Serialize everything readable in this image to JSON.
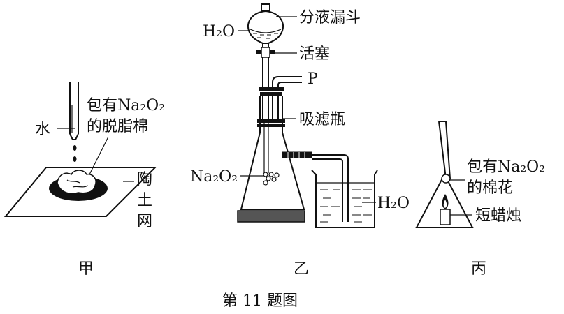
{
  "figure_caption": "第 11 题图",
  "panel_jia": {
    "caption": "甲",
    "label_water": "水",
    "label_cotton_line1": "包有Na₂O₂",
    "label_cotton_line2": "的脱脂棉",
    "label_gauze_1": "陶",
    "label_gauze_2": "土",
    "label_gauze_3": "网"
  },
  "panel_yi": {
    "caption": "乙",
    "label_funnel": "分液漏斗",
    "label_h2o_funnel": "H₂O",
    "label_stopcock": "活塞",
    "label_p": "P",
    "label_flask": "吸滤瓶",
    "label_na2o2": "Na₂O₂",
    "label_h2o_beaker": "H₂O"
  },
  "panel_bing": {
    "caption": "丙",
    "label_cotton_line1": "包有Na₂O₂",
    "label_cotton_line2": "的棉花",
    "label_candle": "短蜡烛"
  }
}
